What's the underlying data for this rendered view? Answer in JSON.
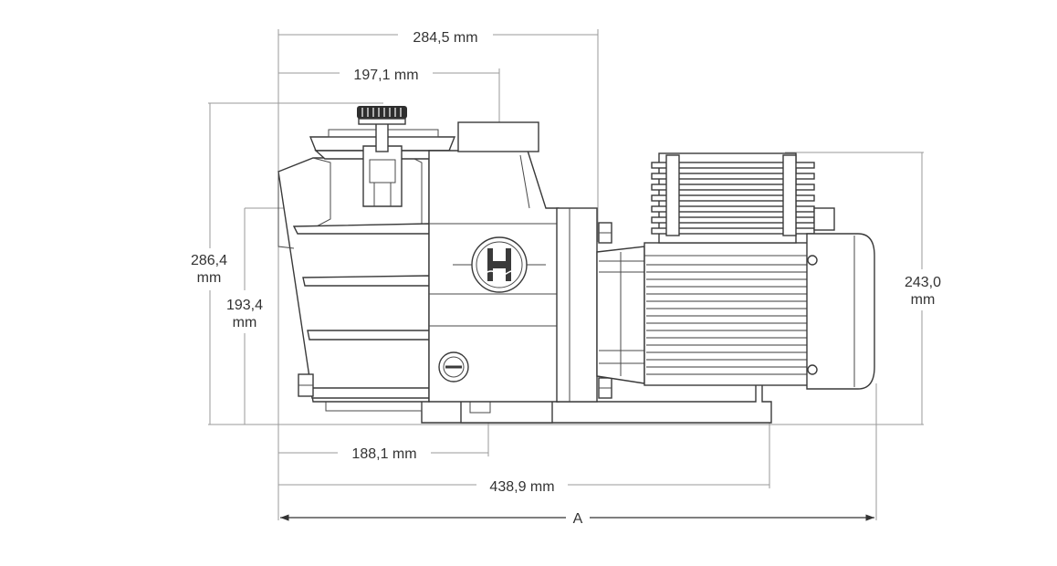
{
  "dimensions": {
    "overall_width": "284,5 mm",
    "lid_center": "197,1 mm",
    "overall_height_value": "286,4",
    "overall_height_unit": "mm",
    "inlet_height_value": "193,4",
    "inlet_height_unit": "mm",
    "motor_height_value": "243,0",
    "motor_height_unit": "mm",
    "outlet_offset": "188,1 mm",
    "base_length": "438,9 mm",
    "total_length": "A"
  },
  "colors": {
    "line": "#3a3a3a",
    "dimension_line": "#9a9a9a",
    "text": "#333333",
    "background": "#ffffff"
  },
  "icons": {
    "logo": "hayward-h-logo-icon",
    "knob": "lid-knob-icon",
    "drain_plug": "drain-plug-icon"
  }
}
